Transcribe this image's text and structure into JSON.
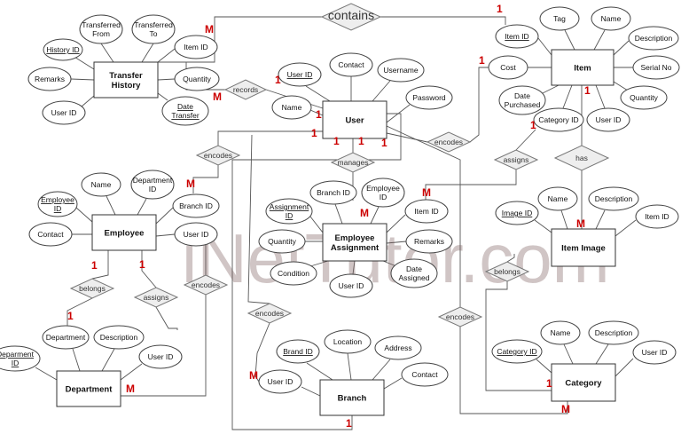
{
  "watermark": "iNetTutor.com",
  "entities": {
    "item": "Item",
    "transfer_history": "Transfer History",
    "user": "User",
    "employee": "Employee",
    "employee_assignment": "Employee Assignment",
    "item_image": "Item Image",
    "department": "Department",
    "branch": "Branch",
    "category": "Category"
  },
  "relationships": {
    "contains": "contains",
    "records": "records",
    "encodes_emp": "encodes",
    "encodes_item": "encodes",
    "manages": "manages",
    "assigns_item": "assigns",
    "has": "has",
    "belongs_dept": "belongs",
    "assigns_emp": "assigns",
    "encodes_mid": "encodes",
    "encodes_branch": "encodes",
    "encodes_cat": "encodes",
    "belongs_cat": "belongs"
  },
  "attributes": {
    "th_history_id": "History ID",
    "th_transferred_from": "Transferred From",
    "th_transferred_to": "Transferred To",
    "th_item_id": "Item ID",
    "th_remarks": "Remarks",
    "th_quantity": "Quantity",
    "th_user_id": "User ID",
    "th_date_transfer": "Date Transfer",
    "u_user_id": "User ID",
    "u_contact": "Contact",
    "u_username": "Username",
    "u_name": "Name",
    "u_password": "Password",
    "i_tag": "Tag",
    "i_name": "Name",
    "i_item_id": "Item ID",
    "i_description": "Description",
    "i_cost": "Cost",
    "i_serial_no": "Serial No",
    "i_date_purchased": "Date Purchased",
    "i_quantity": "Quantity",
    "i_category_id": "Category ID",
    "i_user_id": "User ID",
    "e_name": "Name",
    "e_department_id": "Department ID",
    "e_employee_id": "Employee ID",
    "e_branch_id": "Branch ID",
    "e_contact": "Contact",
    "e_user_id": "User ID",
    "ea_assignment_id": "Assignment ID",
    "ea_branch_id": "Branch ID",
    "ea_employee_id": "Employee ID",
    "ea_item_id": "Item ID",
    "ea_quantity": "Quantity",
    "ea_remarks": "Remarks",
    "ea_condition": "Condition",
    "ea_date_assigned": "Date Assigned",
    "ea_user_id": "User ID",
    "ii_image_id": "Image ID",
    "ii_name": "Name",
    "ii_description": "Description",
    "ii_item_id": "Item ID",
    "d_department": "Department",
    "d_description": "Description",
    "d_department_id": "Deparment ID",
    "d_user_id": "User ID",
    "b_brand_id": "Brand ID",
    "b_location": "Location",
    "b_address": "Address",
    "b_user_id": "User ID",
    "b_contact": "Contact",
    "c_name": "Name",
    "c_description": "Description",
    "c_category_id": "Category ID",
    "c_user_id": "User ID"
  },
  "cardinality": {
    "one": "1",
    "many": "M"
  }
}
